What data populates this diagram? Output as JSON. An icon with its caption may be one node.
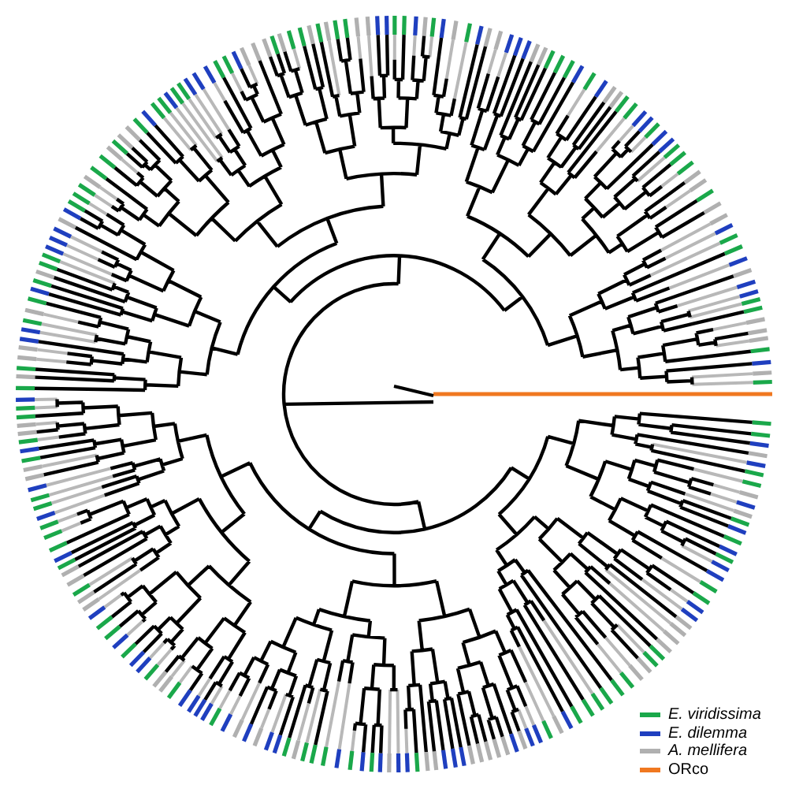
{
  "diagram": {
    "nodes": [
      {
        "text": [],
        "shape": "picture"
      }
    ],
    "edges": [],
    "legend": [
      {
        "text": "E. viridissima",
        "color": "#1aa84a"
      },
      {
        "text": "E. dilemma",
        "color": "#1f3fbf"
      },
      {
        "text": "A. mellifera",
        "color": "#b0b0b0"
      },
      {
        "text": "ORco",
        "color": "#f07820"
      }
    ]
  }
}
